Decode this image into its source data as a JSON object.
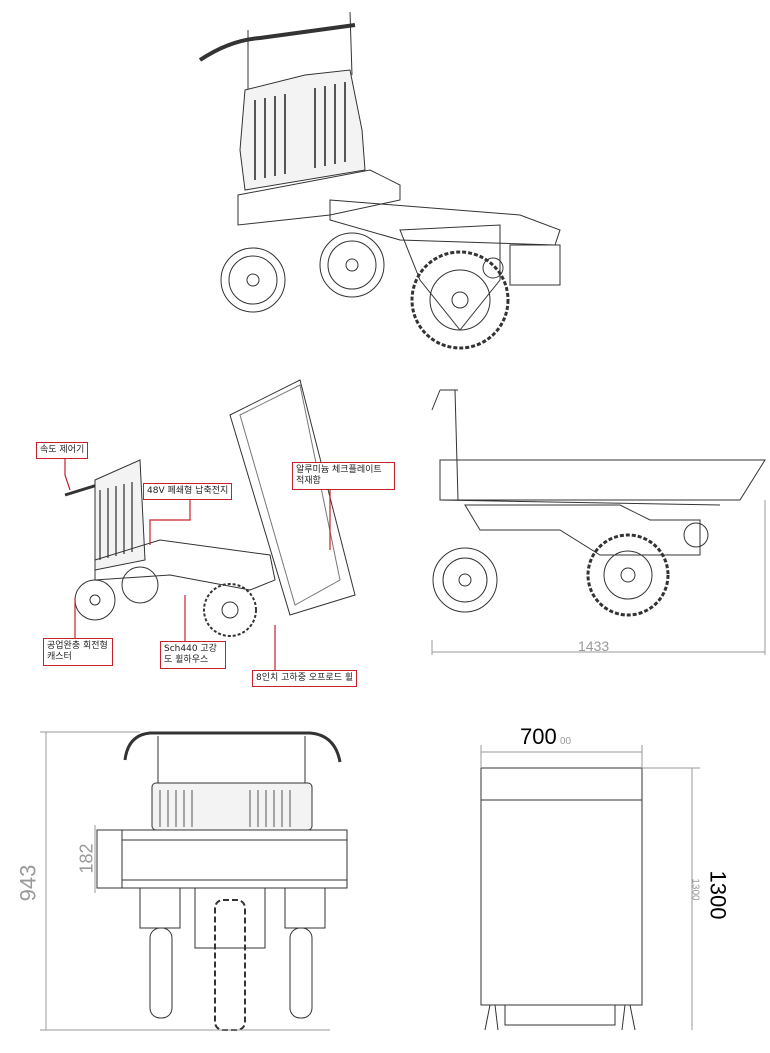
{
  "callouts": {
    "speed_controller": "속도 제어기",
    "battery": "48V 폐쇄형 납축전지",
    "bed": "알루미늄 체크플레이트 적재함",
    "caster": "공업완충 회전형 캐스터",
    "wheel_house": "Sch440 고강도 휠하우스",
    "offroad_wheel": "8인치 고하중 오프로드 휠"
  },
  "dimensions": {
    "side_length": "1433",
    "front_height": "943",
    "bed_height": "182",
    "top_width": "700",
    "top_width_small": "00",
    "top_length": "1300",
    "top_length_small": "1300"
  },
  "colors": {
    "line": "#333333",
    "callout": "#c8202a",
    "dim": "#999999"
  }
}
